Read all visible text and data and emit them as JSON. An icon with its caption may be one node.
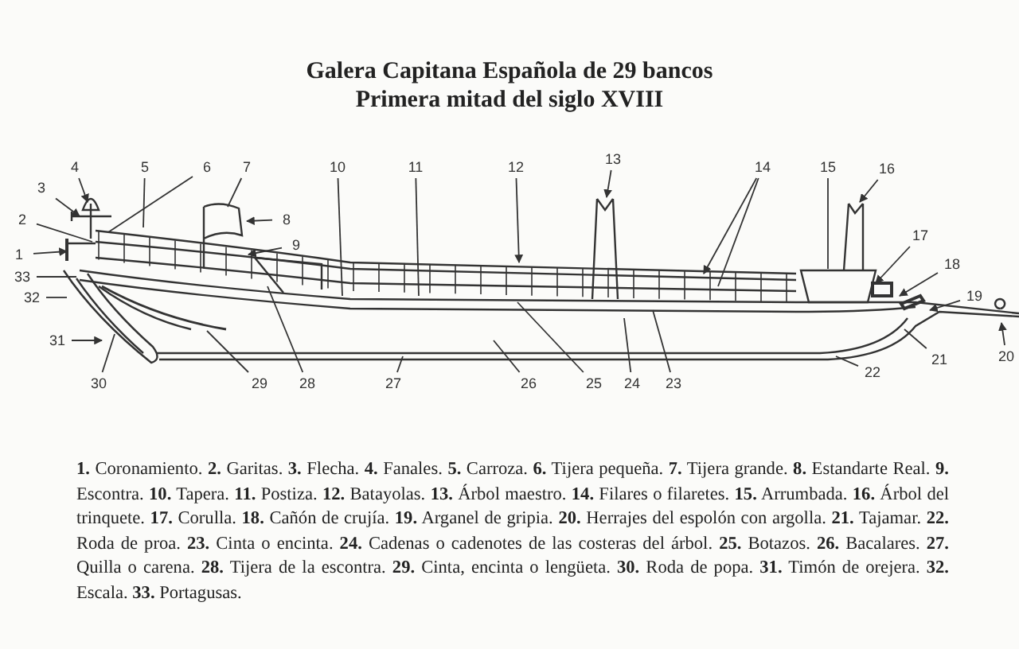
{
  "diagram": {
    "title": "Galera Capitana Española de 29 bancos",
    "caption": "**1.** Coronamiento. **2.** Garitas. **3.** Flecha. **4.** Fanales. **5.** Carroza. **6.** Tijera pequeña. **7.** Tijera grande. **8.** Estandarte Real. **9.** Escontra. **10.** Tapera. **11.** Postiza. **12.** Batayolas. **13.** Árbol maestro. **14.** Filares o filaretes. **15.** Arrumbada. **16.** Árbol del trinquete. **17.** Corulla. **18.** Cañón de crujía. **19.** Arganel de gripia. **20.** Herrajes del espolón con argolla. **21.** Tajamar. **22.** Roda de proa. **23.** Cinta o encinta. **24.** Cadenas o cadenotes de las costeras del árbol. **25.** Botazos. **26.** Bacalares. **27.** Quilla o carena. **28.** Tijera de la escontra. **29.** Cinta, encinta o lengüeta. **30.** Roda de popa. **31.** Timón de orejera. **32.** Escala. **33.** Portagusas.",
    "nodes": [
      {
        "text": [
          "1"
        ]
      },
      {
        "text": [
          "2"
        ]
      },
      {
        "text": [
          "3"
        ]
      },
      {
        "text": [
          "4"
        ]
      },
      {
        "text": [
          "5"
        ]
      },
      {
        "text": [
          "6"
        ]
      },
      {
        "text": [
          "7"
        ]
      },
      {
        "text": [
          "8"
        ]
      },
      {
        "text": [
          "9"
        ]
      },
      {
        "text": [
          "10"
        ]
      },
      {
        "text": [
          "11"
        ]
      },
      {
        "text": [
          "12"
        ]
      },
      {
        "text": [
          "13"
        ]
      },
      {
        "text": [
          "14"
        ]
      },
      {
        "text": [
          "15"
        ]
      },
      {
        "text": [
          "16"
        ]
      },
      {
        "text": [
          "17"
        ]
      },
      {
        "text": [
          "18"
        ]
      },
      {
        "text": [
          "19"
        ]
      },
      {
        "text": [
          "20"
        ]
      },
      {
        "text": [
          "21"
        ]
      },
      {
        "text": [
          "22"
        ]
      },
      {
        "text": [
          "23"
        ]
      },
      {
        "text": [
          "24"
        ]
      },
      {
        "text": [
          "25"
        ]
      },
      {
        "text": [
          "26"
        ]
      },
      {
        "text": [
          "27"
        ]
      },
      {
        "text": [
          "28"
        ]
      },
      {
        "text": [
          "29"
        ]
      },
      {
        "text": [
          "30"
        ]
      },
      {
        "text": [
          "31"
        ]
      },
      {
        "text": [
          "32"
        ]
      },
      {
        "text": [
          "33"
        ]
      }
    ],
    "edges": [
      {
        "from": 0,
        "to": null,
        "arrow": "to"
      },
      {
        "from": 1,
        "to": null,
        "arrow": "none"
      },
      {
        "from": 2,
        "to": null,
        "arrow": "to"
      },
      {
        "from": 3,
        "to": null,
        "arrow": "to"
      },
      {
        "from": 4,
        "to": null,
        "arrow": "none"
      },
      {
        "from": 5,
        "to": null,
        "arrow": "none"
      },
      {
        "from": 6,
        "to": null,
        "arrow": "none"
      },
      {
        "from": 7,
        "to": null,
        "arrow": "to"
      },
      {
        "from": 8,
        "to": null,
        "arrow": "to"
      },
      {
        "from": 9,
        "to": null,
        "arrow": "none"
      },
      {
        "from": 10,
        "to": null,
        "arrow": "none"
      },
      {
        "from": 11,
        "to": null,
        "arrow": "to"
      },
      {
        "from": 12,
        "to": null,
        "arrow": "to"
      },
      {
        "from": 13,
        "to": null,
        "arrow": "to"
      },
      {
        "from": 13,
        "to": null,
        "arrow": "none"
      },
      {
        "from": 14,
        "to": null,
        "arrow": "none"
      },
      {
        "from": 15,
        "to": null,
        "arrow": "to"
      },
      {
        "from": 16,
        "to": null,
        "arrow": "to"
      },
      {
        "from": 17,
        "to": null,
        "arrow": "to"
      },
      {
        "from": 18,
        "to": null,
        "arrow": "to"
      },
      {
        "from": 19,
        "to": null,
        "arrow": "to"
      },
      {
        "from": 20,
        "to": null,
        "arrow": "none"
      },
      {
        "from": 21,
        "to": null,
        "arrow": "none"
      },
      {
        "from": 22,
        "to": null,
        "arrow": "none"
      },
      {
        "from": 23,
        "to": null,
        "arrow": "none"
      },
      {
        "from": 24,
        "to": null,
        "arrow": "none"
      },
      {
        "from": 25,
        "to": null,
        "arrow": "none"
      },
      {
        "from": 26,
        "to": null,
        "arrow": "none"
      },
      {
        "from": 27,
        "to": null,
        "arrow": "none"
      },
      {
        "from": 28,
        "to": null,
        "arrow": "none"
      },
      {
        "from": 29,
        "to": null,
        "arrow": "none"
      },
      {
        "from": 30,
        "to": null,
        "arrow": "to"
      },
      {
        "from": 31,
        "to": null,
        "arrow": "none"
      },
      {
        "from": 32,
        "to": null,
        "arrow": "none"
      }
    ],
    "labels": [
      "Primera mitad del siglo XVIII"
    ]
  }
}
